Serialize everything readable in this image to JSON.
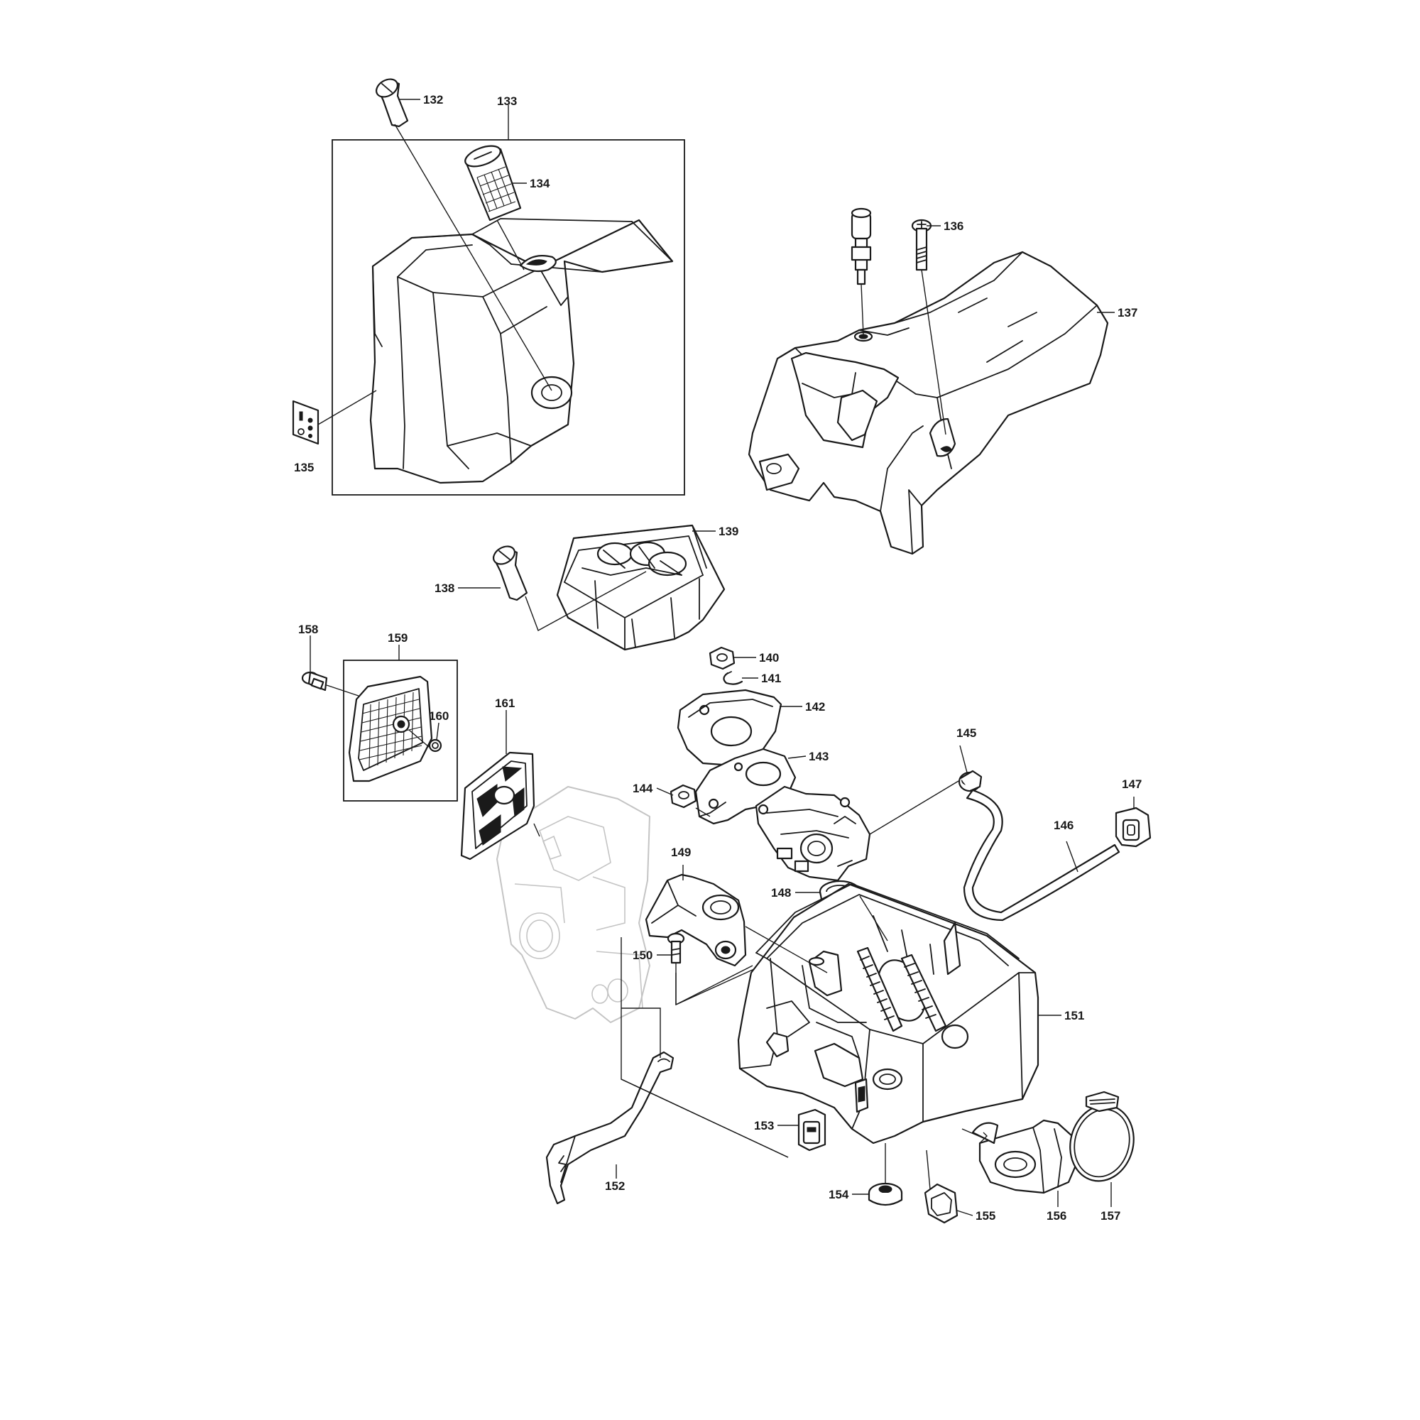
{
  "callouts": {
    "c132": "132",
    "c133": "133",
    "c134": "134",
    "c135": "135",
    "c136": "136",
    "c137": "137",
    "c138": "138",
    "c139": "139",
    "c140": "140",
    "c141": "141",
    "c142": "142",
    "c143": "143",
    "c144": "144",
    "c145": "145",
    "c146": "146",
    "c147": "147",
    "c148": "148",
    "c149": "149",
    "c150": "150",
    "c151": "151",
    "c152": "152",
    "c153": "153",
    "c154": "154",
    "c155": "155",
    "c156": "156",
    "c157": "157",
    "c158": "158",
    "c159": "159",
    "c160": "160",
    "c161": "161"
  },
  "line_color": "#1a1a1a",
  "ghost_color": "#c4c4c4"
}
